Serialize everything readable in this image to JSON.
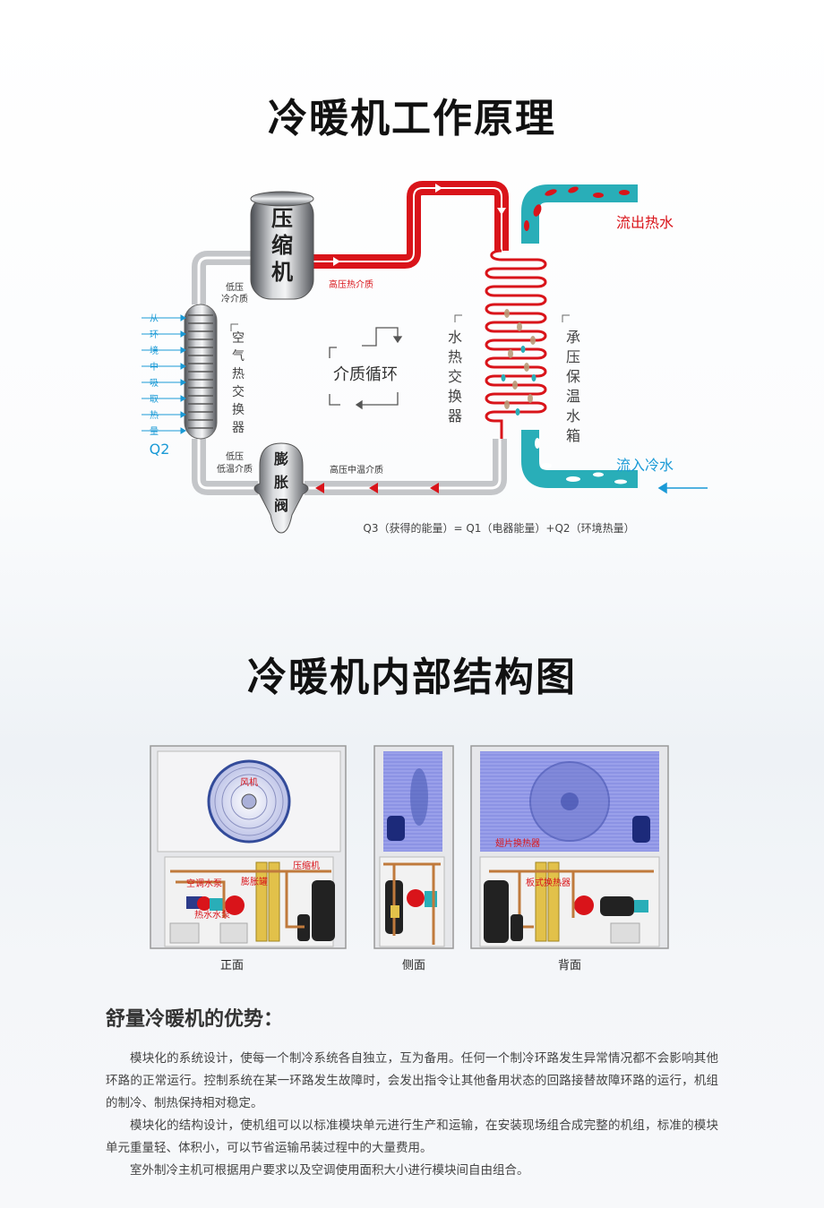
{
  "section1": {
    "title": "冷暖机工作原理",
    "compressor": [
      "压",
      "缩",
      "机"
    ],
    "expansion_valve": [
      "膨",
      "胀",
      "阀"
    ],
    "air_hx": [
      "空",
      "气",
      "热",
      "交",
      "换",
      "器"
    ],
    "water_hx": [
      "水",
      "热",
      "交",
      "换",
      "器"
    ],
    "tank": [
      "承",
      "压",
      "保",
      "温",
      "水",
      "箱"
    ],
    "absorb": [
      "从",
      "环",
      "境",
      "中",
      "吸",
      "取",
      "热",
      "量"
    ],
    "q2": "Q2",
    "cycle_label": "介质循环",
    "low_pressure_cold": [
      "低压",
      "冷介质"
    ],
    "high_pressure_hot": "高压热介质",
    "low_pressure_lowtemp": [
      "低压",
      "低温介质"
    ],
    "high_pressure_midtemp": "高压中温介质",
    "hot_out": "流出热水",
    "cold_in": "流入冷水",
    "formula": "Q3（获得的能量）= Q1（电器能量）+Q2（环境热量）",
    "colors": {
      "hot": "#d9141a",
      "cold_pipe": "#c4c6c9",
      "water": "#29aeb8",
      "blue_text": "#1a9ad6"
    }
  },
  "section2": {
    "title": "冷暖机内部结构图",
    "views": [
      "正面",
      "侧面",
      "背面"
    ],
    "labels": {
      "fan": "风机",
      "ac_pump": "空调水泵",
      "expansion_tank": "膨胀罐",
      "compressor": "压缩机",
      "hot_pump": "热水水泵",
      "fin_hx": "翅片换热器",
      "plate_hx": "板式换热器"
    }
  },
  "advantages": {
    "heading": "舒量冷暖机的优势：",
    "paragraphs": [
      "模块化的系统设计，使每一个制冷系统各自独立，互为备用。任何一个制冷环路发生异常情况都不会影响其他环路的正常运行。控制系统在某一环路发生故障时，会发出指令让其他备用状态的回路接替故障环路的运行，机组的制冷、制热保持相对稳定。",
      "模块化的结构设计，使机组可以以标准模块单元进行生产和运输，在安装现场组合成完整的机组，标准的模块单元重量轻、体积小，可以节省运输吊装过程中的大量费用。",
      "室外制冷主机可根据用户要求以及空调使用面积大小进行模块间自由组合。"
    ]
  }
}
